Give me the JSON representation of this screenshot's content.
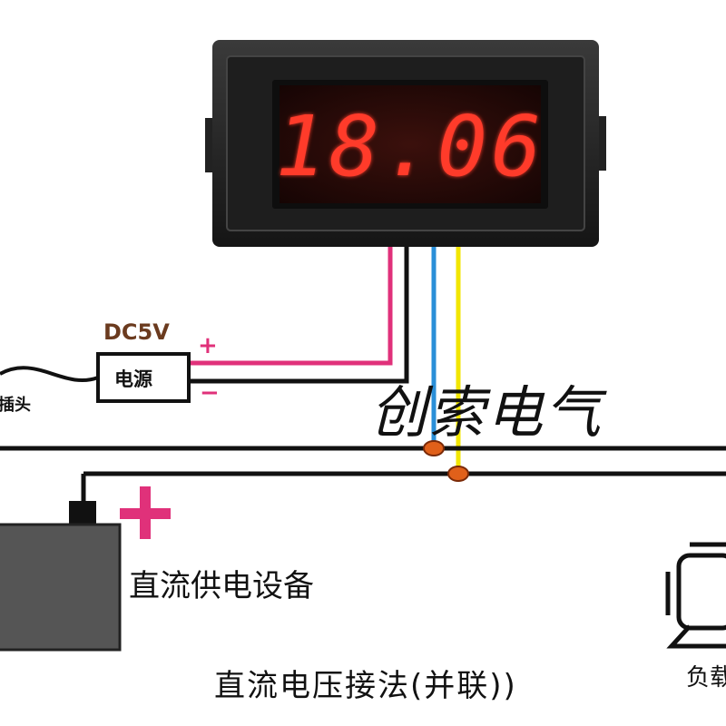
{
  "meter": {
    "reading": "18.06"
  },
  "power_supply": {
    "rating": "DC5V",
    "label": "电源",
    "plus": "+",
    "minus": "−"
  },
  "plug_label": "插头",
  "watermark": "创索电气",
  "dc_source": {
    "label": "直流供电设备",
    "plus": "+"
  },
  "load_label": "负载",
  "caption": "直流电压接法(并联))",
  "colors": {
    "display_red": "#ff3a2a",
    "display_bg": "#2a0a08",
    "wire_pink": "#e0317a",
    "wire_blue": "#2a8fd8",
    "wire_yellow": "#f2e600",
    "junction_orange": "#e0601a"
  }
}
